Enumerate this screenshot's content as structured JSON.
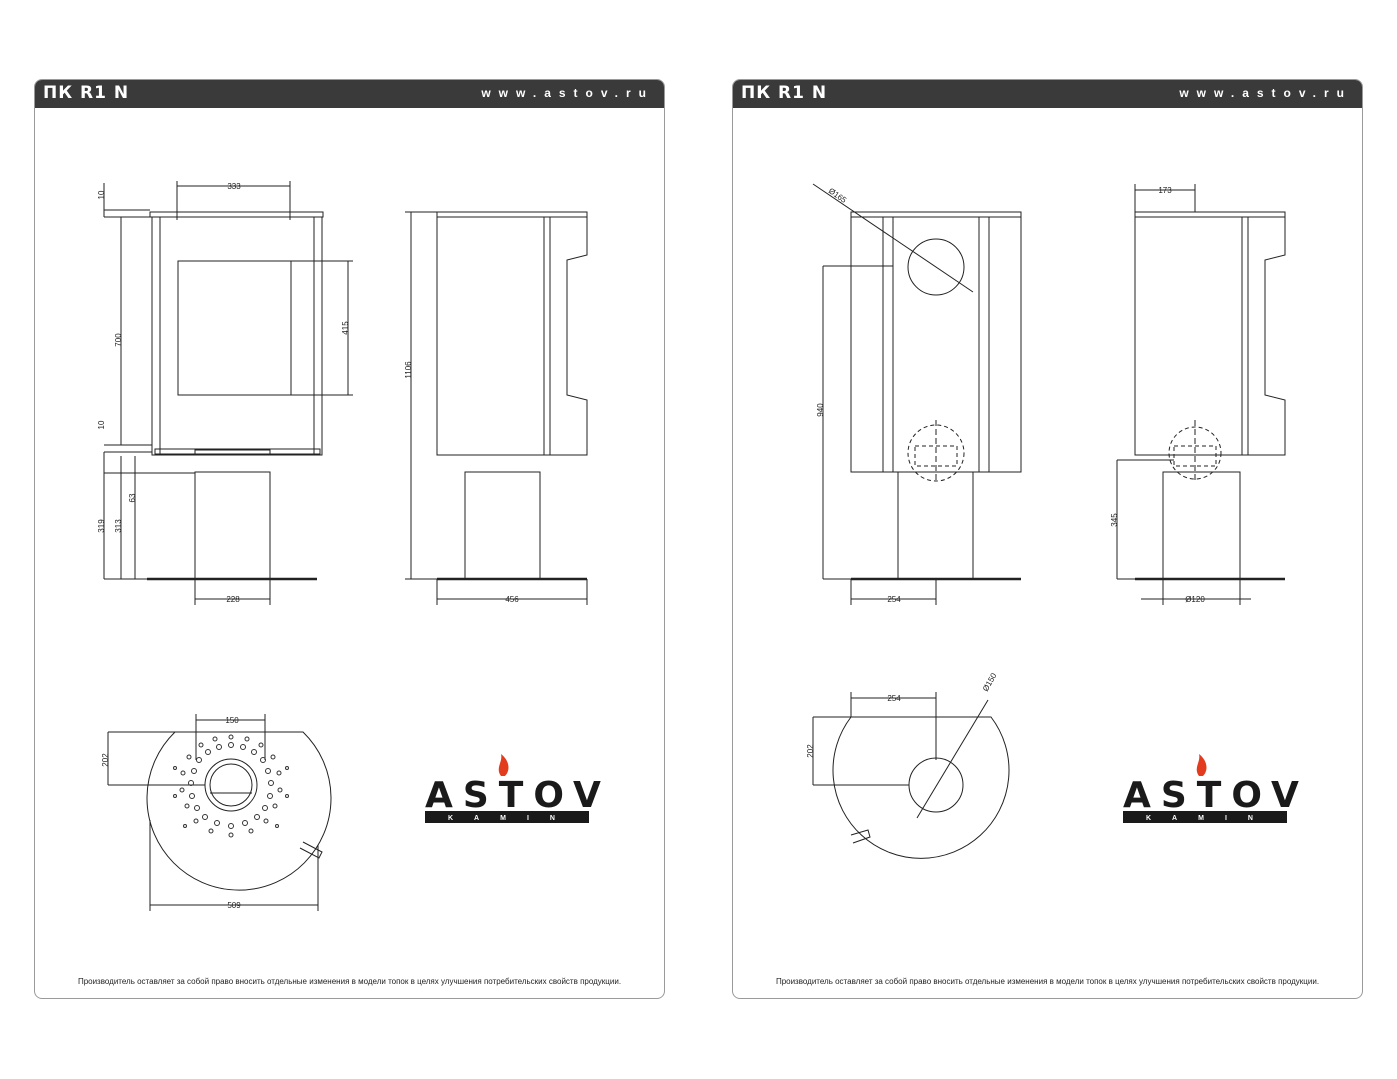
{
  "sheets": [
    {
      "model": "ПК R1 N",
      "site": "www.astov.ru",
      "footer": "Производитель оставляет за собой право вносить отдельные изменения в модели топок в целях улучшения потребительских свойств продукции.",
      "dims": {
        "front_top": "333",
        "front_h10_top": "10",
        "front_h700": "700",
        "front_h10_bottom": "10",
        "front_h63": "63",
        "front_h319": "319",
        "front_h313": "313",
        "front_glass": "415",
        "front_base": "228",
        "side_height": "1106",
        "side_base": "456",
        "plan_top": "150",
        "plan_depth": "202",
        "plan_width": "509"
      },
      "logo": {
        "word": "ASTOV",
        "sub": "KAMIN"
      }
    },
    {
      "model": "ПК R1 N",
      "site": "www.astov.ru",
      "footer": "Производитель оставляет за собой право вносить отдельные изменения в модели топок в целях улучшения потребительских свойств продукции.",
      "dims": {
        "rear_flue_dia": "Ø165",
        "rear_height": "940",
        "rear_base": "254",
        "side_top": "173",
        "side_height": "345",
        "side_dia": "Ø120",
        "plan_x": "254",
        "plan_depth": "202",
        "plan_dia": "Ø150"
      },
      "logo": {
        "word": "ASTOV",
        "sub": "KAMIN"
      }
    }
  ]
}
